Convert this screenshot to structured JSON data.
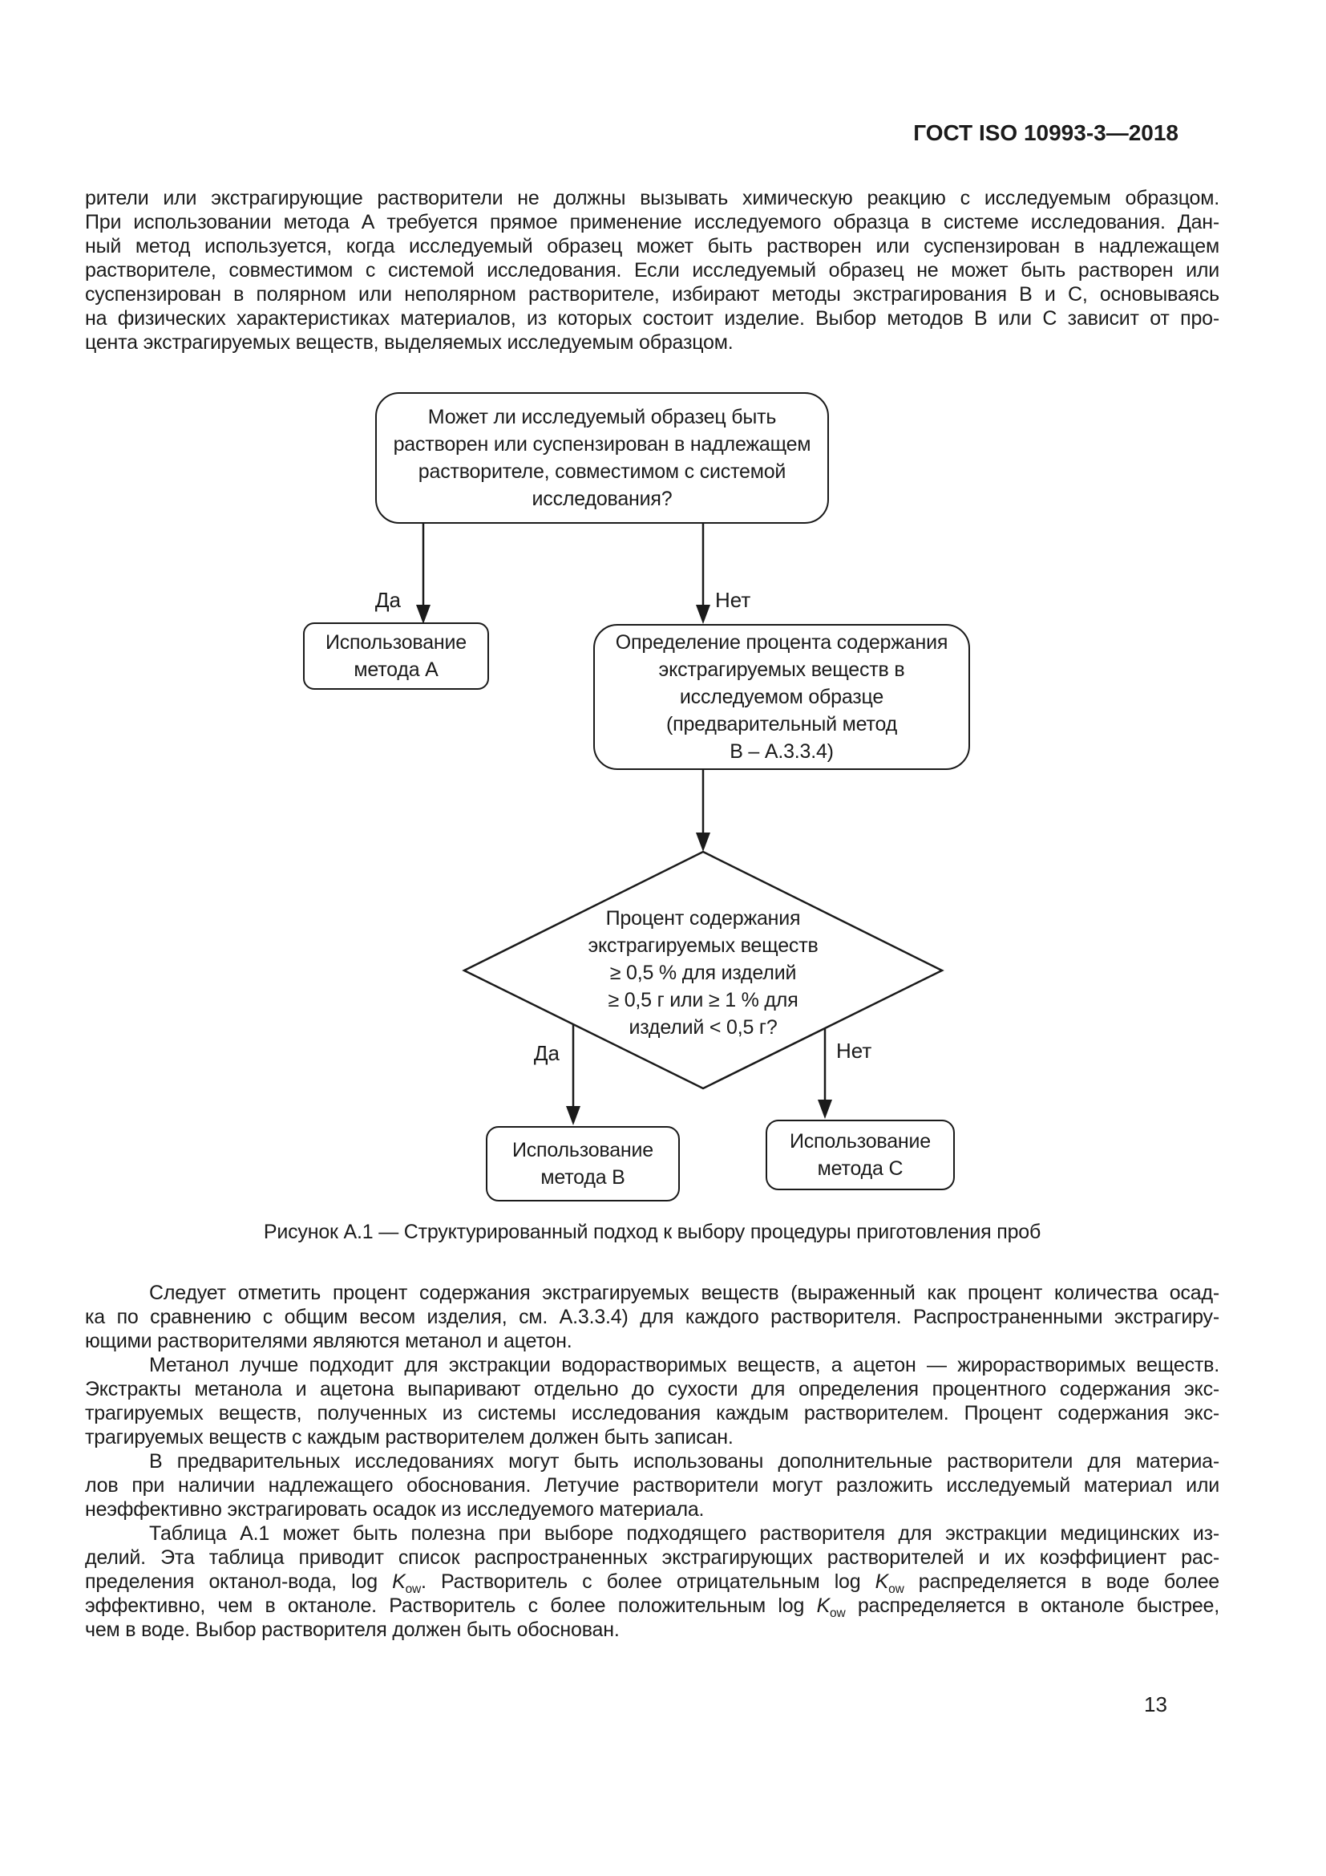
{
  "page": {
    "header": "ГОСТ ISO 10993-3—2018",
    "number": "13"
  },
  "intro": {
    "lines": [
      "рители или экстрагирующие растворители не должны вызывать химическую реакцию с исследуемым образцом.",
      "При использовании метода А требуется прямое применение исследуемого образца в системе исследования. Дан-",
      "ный метод используется, когда исследуемый образец может быть растворен или суспензирован в надлежащем",
      "растворителе, совместимом с системой исследования. Если исследуемый образец не может быть растворен или",
      "суспензирован в полярном или неполярном растворителе, избирают методы экстрагирования В и С, основываясь",
      "на физических характеристиках материалов, из которых состоит изделие. Выбор методов В или С зависит от про-",
      "цента экстрагируемых веществ, выделяемых исследуемым образцом."
    ]
  },
  "figure": {
    "caption": "Рисунок А.1 — Структурированный подход к выбору процедуры приготовления проб",
    "nodes": {
      "q_solvent": "Может ли исследуемый образец быть\nрастворен или суспензирован в надлежащем\nрастворителе, совместимом с системой\nисследования?",
      "method_a": "Использование\nметода А",
      "percent_determination": "Определение процента содержания\nэкстрагируемых веществ в\nисследуемом образце\n(предварительный метод\nВ – А.3.3.4)",
      "q_percent": "Процент содержания\nэкстрагируемых веществ\n≥ 0,5 % для изделий\n≥ 0,5 г или ≥ 1 % для\nизделий < 0,5 г?",
      "method_b": "Использование\nметода В",
      "method_c": "Использование\nметода С"
    },
    "labels": {
      "yes1": "Да",
      "no1": "Нет",
      "yes2": "Да",
      "no2": "Нет"
    }
  },
  "paragraphs": [
    {
      "lines": [
        "Следует отметить процент содержания экстрагируемых веществ (выраженный как процент количества осад-",
        "ка по сравнению с общим весом изделия, см. А.3.3.4) для каждого растворителя. Распространенными экстрагиру-",
        "ющими растворителями являются метанол и ацетон."
      ]
    },
    {
      "lines": [
        "Метанол лучше подходит для экстракции водорастворимых веществ, а ацетон — жирорастворимых веществ.",
        "Экстракты метанола и ацетона выпаривают отдельно до сухости для определения процентного содержания экс-",
        "трагируемых веществ, полученных из системы исследования каждым растворителем. Процент содержания экс-",
        "трагируемых веществ с каждым растворителем должен быть записан."
      ]
    },
    {
      "lines": [
        "В предварительных исследованиях могут быть использованы дополнительные растворители для материа-",
        "лов при наличии надлежащего обоснования. Летучие растворители могут разложить исследуемый материал или",
        "неэффективно экстрагировать осадок из исследуемого материала."
      ]
    },
    {
      "lines": [
        "Таблица А.1 может быть полезна при выборе подходящего растворителя для экстракции медицинских из-",
        "делий. Эта таблица приводит список распространенных экстрагирующих растворителей и их коэффициент рас-"
      ],
      "line3": {
        "a": "пределения октанол-вода, log ",
        "b": ". Растворитель с более отрицательным log ",
        "c": " распределяется в воде более"
      },
      "line4": {
        "a": "эффективно, чем в октаноле. Растворитель с более положительным log ",
        "b": " распределяется в октаноле быстрее,"
      },
      "line5": "чем в воде. Выбор растворителя должен быть обоснован."
    }
  ],
  "sym": {
    "k": "K",
    "ow": "ow"
  }
}
